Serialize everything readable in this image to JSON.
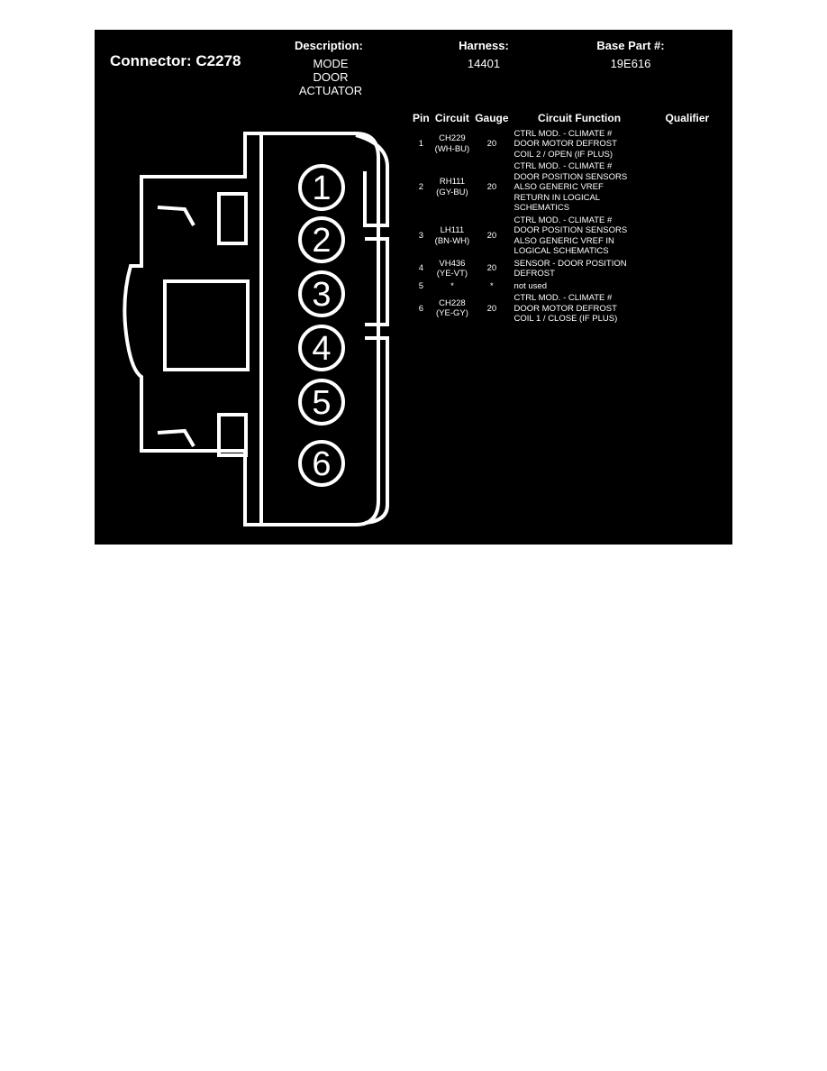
{
  "connector": {
    "title": "Connector: C2278"
  },
  "description": {
    "label": "Description:",
    "line1": "MODE DOOR",
    "line2": "ACTUATOR"
  },
  "harness": {
    "label": "Harness:",
    "value": "14401"
  },
  "base_part": {
    "label": "Base Part #:",
    "value": "19E616"
  },
  "table": {
    "headers": [
      "Pin",
      "Circuit",
      "Gauge",
      "Circuit Function",
      "Qualifier"
    ],
    "rows": [
      {
        "pin": "1",
        "circuit": "CH229",
        "color": "(WH-BU)",
        "gauge": "20",
        "function": "CTRL MOD. - CLIMATE #\nDOOR MOTOR DEFROST\nCOIL 2 / OPEN (IF PLUS)",
        "qualifier": ""
      },
      {
        "pin": "2",
        "circuit": "RH111",
        "color": "(GY-BU)",
        "gauge": "20",
        "function": "CTRL MOD. - CLIMATE #\nDOOR POSITION SENSORS\nALSO GENERIC VREF\nRETURN IN LOGICAL\nSCHEMATICS",
        "qualifier": ""
      },
      {
        "pin": "3",
        "circuit": "LH111",
        "color": "(BN-WH)",
        "gauge": "20",
        "function": "CTRL MOD. - CLIMATE #\nDOOR POSITION SENSORS\nALSO GENERIC VREF IN\nLOGICAL SCHEMATICS",
        "qualifier": ""
      },
      {
        "pin": "4",
        "circuit": "VH436",
        "color": "(YE-VT)",
        "gauge": "20",
        "function": "SENSOR - DOOR POSITION\nDEFROST",
        "qualifier": ""
      },
      {
        "pin": "5",
        "circuit": "*",
        "color": "",
        "gauge": "*",
        "function": "not used",
        "qualifier": ""
      },
      {
        "pin": "6",
        "circuit": "CH228",
        "color": "(YE-GY)",
        "gauge": "20",
        "function": "CTRL MOD. - CLIMATE #\nDOOR MOTOR DEFROST\nCOIL 1 / CLOSE (IF PLUS)",
        "qualifier": ""
      }
    ]
  },
  "diagram": {
    "pins": [
      "1",
      "2",
      "3",
      "4",
      "5",
      "6"
    ]
  }
}
